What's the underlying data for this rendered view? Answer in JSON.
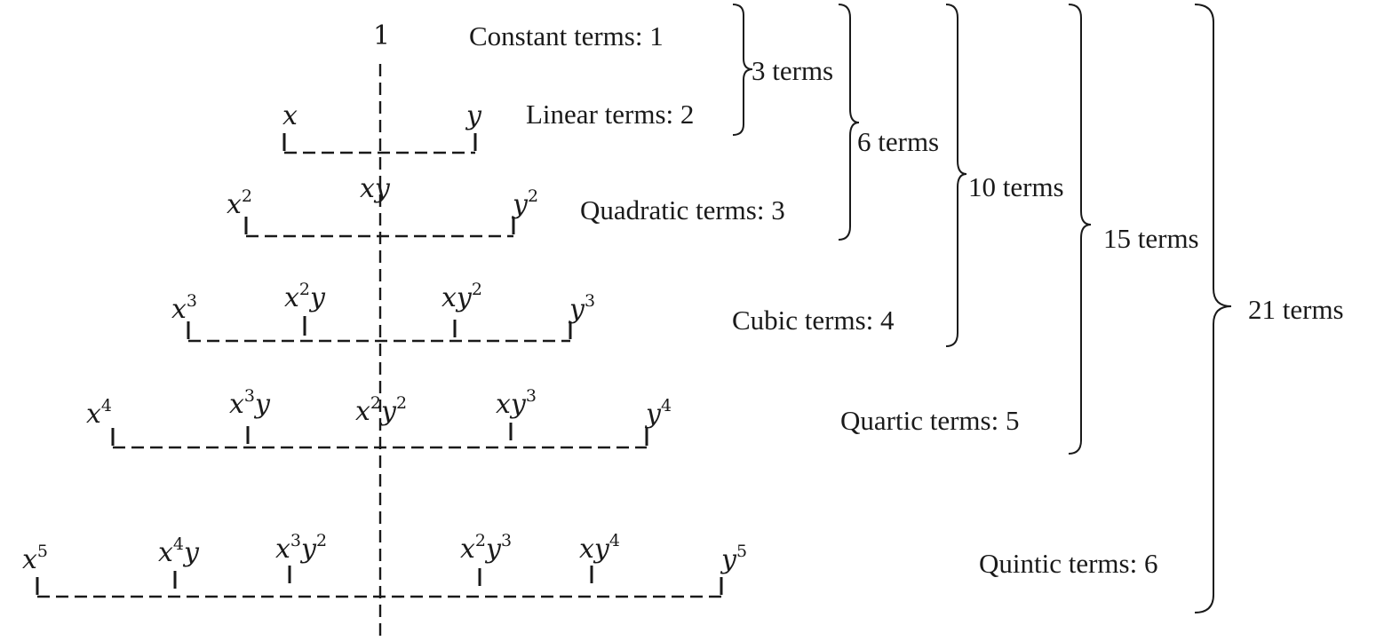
{
  "rows": [
    {
      "name": "row-0",
      "terms": [
        {
          "base": "1",
          "sup": ""
        }
      ]
    },
    {
      "name": "row-1",
      "terms": [
        {
          "base": "x",
          "sup": ""
        },
        {
          "base": "y",
          "sup": ""
        }
      ]
    },
    {
      "name": "row-2",
      "terms": [
        {
          "base": "x",
          "sup": "2"
        },
        {
          "base": "xy",
          "sup": ""
        },
        {
          "base": "y",
          "sup": "2"
        }
      ]
    },
    {
      "name": "row-3",
      "terms": [
        {
          "base": "x",
          "sup": "3"
        },
        {
          "base": "x",
          "sup": "2",
          "tail": "y"
        },
        {
          "base": "xy",
          "sup": "2"
        },
        {
          "base": "y",
          "sup": "3"
        }
      ]
    },
    {
      "name": "row-4",
      "terms": [
        {
          "base": "x",
          "sup": "4"
        },
        {
          "base": "x",
          "sup": "3",
          "tail": "y"
        },
        {
          "base": "x",
          "sup": "2",
          "tail": "y",
          "sup2": "2"
        },
        {
          "base": "xy",
          "sup": "3"
        },
        {
          "base": "y",
          "sup": "4"
        }
      ]
    },
    {
      "name": "row-5",
      "terms": [
        {
          "base": "x",
          "sup": "5"
        },
        {
          "base": "x",
          "sup": "4",
          "tail": "y"
        },
        {
          "base": "x",
          "sup": "3",
          "tail": "y",
          "sup2": "2"
        },
        {
          "base": "x",
          "sup": "2",
          "tail": "y",
          "sup2": "3"
        },
        {
          "base": "xy",
          "sup": "4"
        },
        {
          "base": "y",
          "sup": "5"
        }
      ]
    }
  ],
  "degree_labels": {
    "constant": "Constant terms: 1",
    "linear": "Linear terms: 2",
    "quadratic": "Quadratic terms: 3",
    "cubic": "Cubic terms: 4",
    "quartic": "Quartic terms: 5",
    "quintic": "Quintic terms: 6"
  },
  "cumulative_labels": {
    "b1": "3 terms",
    "b2": "6 terms",
    "b3": "10 terms",
    "b4": "15 terms",
    "b5": "21 terms"
  }
}
